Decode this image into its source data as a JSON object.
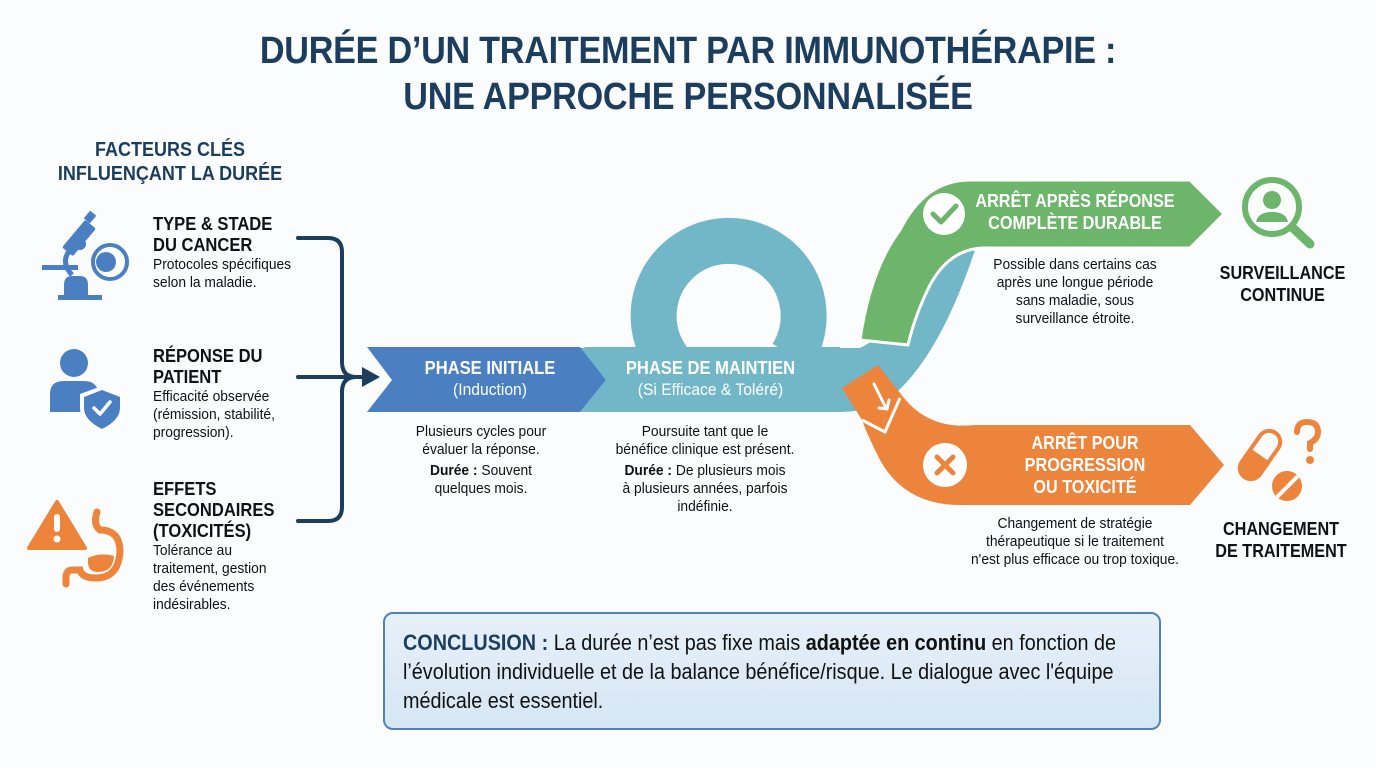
{
  "title": {
    "line1": "DURÉE D’UN TRAITEMENT PAR IMMUNOTHÉRAPIE :",
    "line2": "UNE APPROCHE PERSONNALISÉE"
  },
  "factors": {
    "heading_line1": "FACTEURS CLÉS",
    "heading_line2": "INFLUENÇANT LA DURÉE",
    "items": [
      {
        "icon": "microscope-icon",
        "title_lines": [
          "TYPE & STADE",
          "DU CANCER"
        ],
        "desc_lines": [
          "Protocoles spécifiques",
          "selon la maladie."
        ]
      },
      {
        "icon": "patient-shield-icon",
        "title_lines": [
          "RÉPONSE DU",
          "PATIENT"
        ],
        "desc_lines": [
          "Efficacité observée",
          "(rémission, stabilité,",
          "progression)."
        ]
      },
      {
        "icon": "warning-stomach-icon",
        "title_lines": [
          "EFFETS",
          "SECONDAIRES",
          "(TOXICITÉS)"
        ],
        "desc_lines": [
          "Tolérance au",
          "traitement, gestion",
          "des événements",
          "indésirables."
        ]
      }
    ]
  },
  "phases": [
    {
      "label": "PHASE INITIALE",
      "sub": "(Induction)",
      "color": "#4a80c2",
      "desc_lines": [
        "Plusieurs cycles pour",
        "évaluer la réponse."
      ],
      "duration_label": "Durée :",
      "duration_lines": [
        "Souvent",
        "quelques mois."
      ]
    },
    {
      "label": "PHASE DE MAINTIEN",
      "sub": "(Si Efficace & Toléré)",
      "color": "#72b7c8",
      "desc_lines": [
        "Poursuite tant que le",
        "bénéfice clinique est présent."
      ],
      "duration_label": "Durée :",
      "duration_lines": [
        "De plusieurs mois",
        "à plusieurs années, parfois",
        "indéfinie."
      ]
    }
  ],
  "branches": [
    {
      "icon": "check-circle-icon",
      "label_lines": [
        "ARRÊT APRÈS RÉPONSE",
        "COMPLÈTE DURABLE"
      ],
      "color": "#6cb56a",
      "desc_lines": [
        "Possible dans certains cas",
        "après une longue période",
        "sans maladie, sous",
        "surveillance étroite."
      ],
      "outcome_icon": "magnifier-person-icon",
      "outcome_lines": [
        "SURVEILLANCE",
        "CONTINUE"
      ]
    },
    {
      "icon": "x-circle-icon",
      "label_lines": [
        "ARRÊT POUR",
        "PROGRESSION",
        "OU TOXICITÉ"
      ],
      "color": "#ec843b",
      "desc_lines": [
        "Changement de stratégie",
        "thérapeutique si le traitement",
        "n'est plus efficace ou trop toxique."
      ],
      "outcome_icon": "pills-question-icon",
      "outcome_lines": [
        "CHANGEMENT",
        "DE TRAITEMENT"
      ]
    }
  ],
  "conclusion": {
    "label": "CONCLUSION :",
    "text_before": " La durée n’est pas fixe mais ",
    "bold": "adaptée en continu",
    "text_after": " en fonction de l’évolution individuelle et de la balance bénéfice/risque. Le dialogue avec l'équipe médicale est essentiel."
  },
  "colors": {
    "title": "#1b3d5e",
    "blue": "#4a80c2",
    "teal": "#72b7c8",
    "green": "#6cb56a",
    "orange": "#ec843b",
    "navy": "#1b3d5e"
  }
}
